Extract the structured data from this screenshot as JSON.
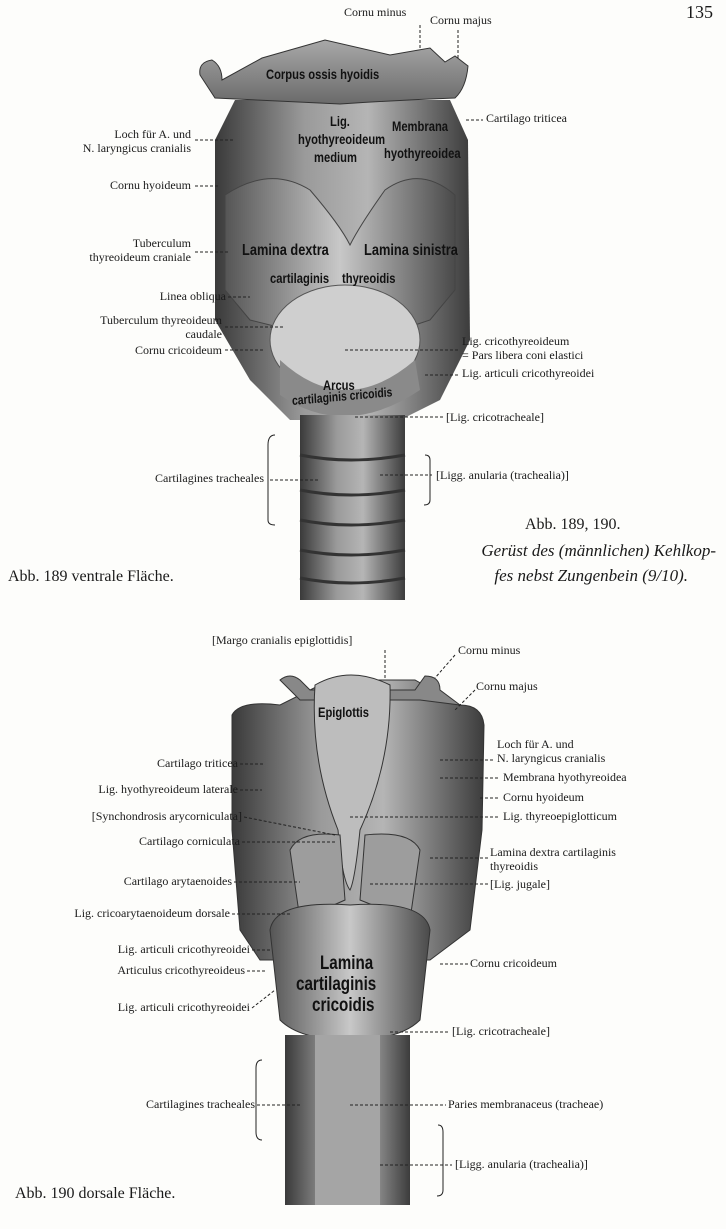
{
  "page_number": "135",
  "fig189": {
    "labels": {
      "cornu_minus": "Cornu minus",
      "cornu_majus": "Cornu majus",
      "cartilago_triticea": "Cartilago triticea",
      "loch_1": "Loch für A. und",
      "loch_2": "N. laryngicus cranialis",
      "cornu_hyoideum": "Cornu hyoideum",
      "tuberculum_craniale_1": "Tuberculum",
      "tuberculum_craniale_2": "thyreoideum craniale",
      "linea_obliqua": "Linea obliqua",
      "tuberculum_caudale_1": "Tuberculum thyreoideum",
      "tuberculum_caudale_2": "caudale",
      "cornu_cricoideum": "Cornu cricoideum",
      "lig_cricothyreoideum_1": "Lig. cricothyreoideum",
      "lig_cricothyreoideum_2": "= Pars libera coni elastici",
      "lig_articuli": "Lig. articuli cricothyreoidei",
      "lig_cricotracheale": "[Lig. cricotracheale]",
      "cartilagines_tracheales": "Cartilagines tracheales",
      "ligg_anularia": "[Ligg. anularia (trachealia)]"
    },
    "inner": {
      "corpus": "Corpus ossis hyoidis",
      "lig_1": "Lig.",
      "lig_2": "hyothyreoideum",
      "lig_3": "medium",
      "membrana_1": "Membrana",
      "membrana_2": "hyothyreoidea",
      "lamina_dextra": "Lamina dextra",
      "lamina_sinistra": "Lamina sinistra",
      "cartilaginis": "cartilaginis",
      "thyreoidis": "thyreoidis",
      "arcus": "Arcus",
      "arcus_2": "cartilaginis cricoidis"
    },
    "caption": "Abb. 189 ventrale Fläche."
  },
  "shared_caption": {
    "number": "Abb. 189, 190.",
    "title_1": "Gerüst des (männlichen) Kehlkop-",
    "title_2": "fes nebst Zungenbein (9/10)."
  },
  "fig190": {
    "labels": {
      "margo": "[Margo cranialis epiglottidis]",
      "cornu_minus": "Cornu minus",
      "cornu_majus": "Cornu majus",
      "cartilago_triticea": "Cartilago triticea",
      "lig_hyothyreoideum_laterale": "Lig. hyothyreoideum laterale",
      "loch_1": "Loch für A. und",
      "loch_2": "N. laryngicus cranialis",
      "membrana": "Membrana hyothyreoidea",
      "cornu_hyoideum": "Cornu hyoideum",
      "lig_thyreoepiglotticum": "Lig. thyreoepiglotticum",
      "synchondrosis": "[Synchondrosis arycorniculata]",
      "cartilago_corniculata": "Cartilago corniculata",
      "lamina_dextra_1": "Lamina dextra cartilaginis",
      "lamina_dextra_2": "thyreoidis",
      "cartilago_arytaenoides": "Cartilago arytaenoides",
      "lig_jugale": "[Lig. jugale]",
      "lig_cricoarytaenoideum": "Lig. cricoarytaenoideum dorsale",
      "lig_articuli_1": "Lig. articuli cricothyreoidei",
      "articulus": "Articulus cricothyreoideus",
      "cornu_cricoideum": "Cornu cricoideum",
      "lig_articuli_2": "Lig. articuli cricothyreoidei",
      "lig_cricotracheale": "[Lig. cricotracheale]",
      "cartilagines_tracheales": "Cartilagines tracheales",
      "paries": "Paries membranaceus (tracheae)",
      "ligg_anularia": "[Ligg. anularia (trachealia)]"
    },
    "inner": {
      "epiglottis": "Epiglottis",
      "lamina": "Lamina",
      "cartilaginis": "cartilaginis",
      "cricoidis": "cricoidis"
    },
    "caption": "Abb. 190 dorsale Fläche."
  }
}
